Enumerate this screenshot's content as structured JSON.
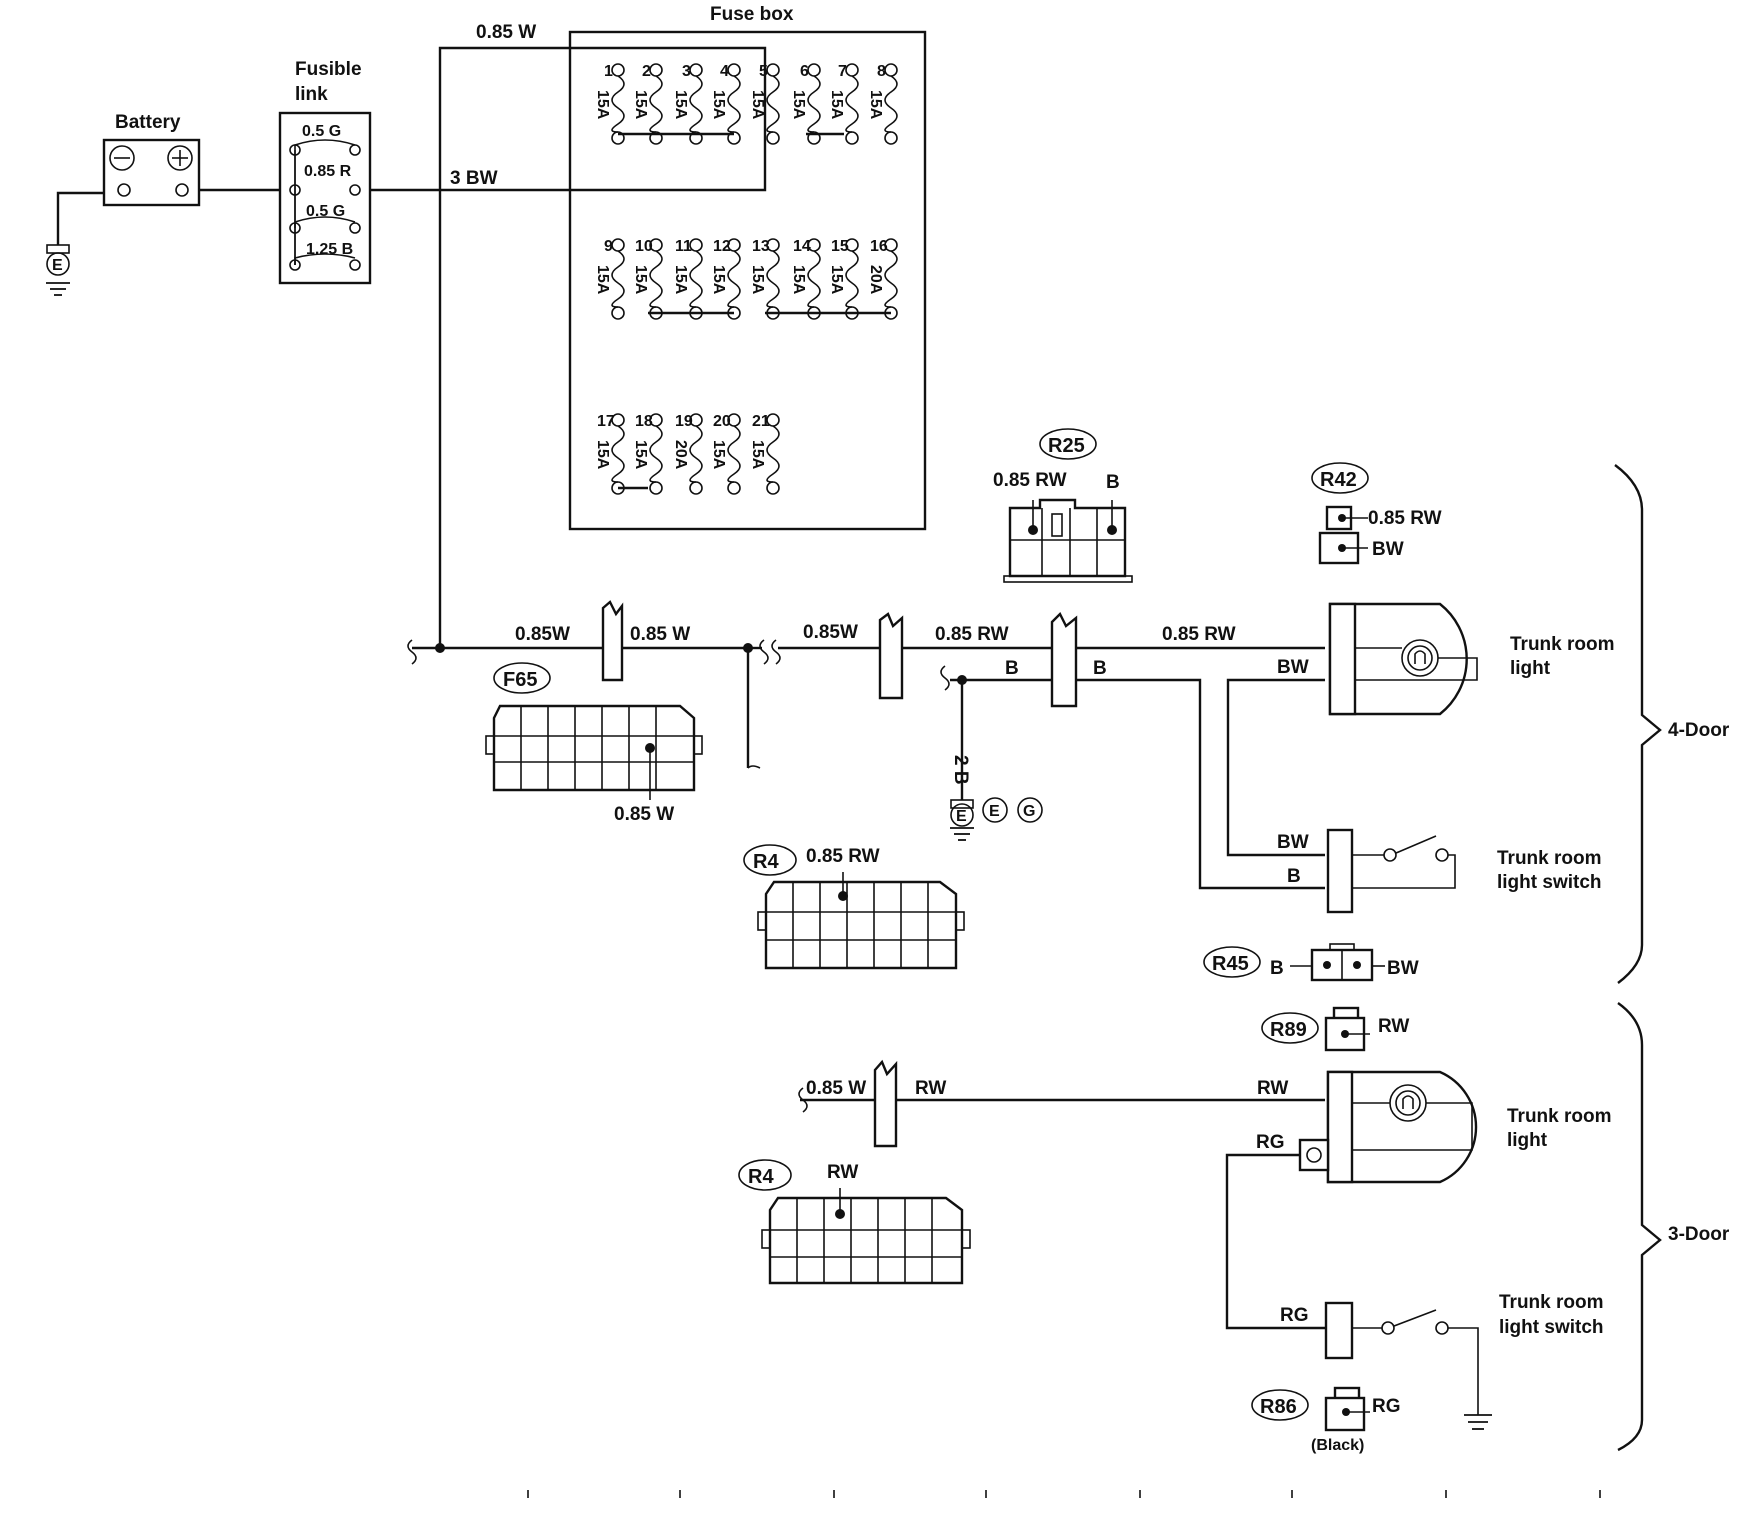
{
  "labels": {
    "battery": "Battery",
    "fusible_link_1": "Fusible",
    "fusible_link_2": "link",
    "fuse_box": "Fuse box",
    "trunk_light_1": "Trunk room",
    "trunk_light_2": "light",
    "trunk_switch_1": "Trunk room",
    "trunk_switch_2": "light switch",
    "four_door": "4-Door",
    "three_door": "3-Door",
    "black": "(Black)",
    "minus": "⊖",
    "plus": "⊕"
  },
  "fusible_links": [
    "0.5 G",
    "0.85 R",
    "0.5 G",
    "1.25 B"
  ],
  "fuses": [
    {
      "no": "1",
      "rating": "15A"
    },
    {
      "no": "2",
      "rating": "15A"
    },
    {
      "no": "3",
      "rating": "15A"
    },
    {
      "no": "4",
      "rating": "15A"
    },
    {
      "no": "5",
      "rating": "15A"
    },
    {
      "no": "6",
      "rating": "15A"
    },
    {
      "no": "7",
      "rating": "15A"
    },
    {
      "no": "8",
      "rating": "15A"
    },
    {
      "no": "9",
      "rating": "15A"
    },
    {
      "no": "10",
      "rating": "15A"
    },
    {
      "no": "11",
      "rating": "15A"
    },
    {
      "no": "12",
      "rating": "15A"
    },
    {
      "no": "13",
      "rating": "15A"
    },
    {
      "no": "14",
      "rating": "15A"
    },
    {
      "no": "15",
      "rating": "15A"
    },
    {
      "no": "16",
      "rating": "20A"
    },
    {
      "no": "17",
      "rating": "15A"
    },
    {
      "no": "18",
      "rating": "15A"
    },
    {
      "no": "19",
      "rating": "20A"
    },
    {
      "no": "20",
      "rating": "15A"
    },
    {
      "no": "21",
      "rating": "15A"
    }
  ],
  "wires": {
    "top_085w": "0.85 W",
    "main_3bw": "3 BW",
    "w1": "0.85W",
    "w2": "0.85 W",
    "w3": "0.85W",
    "rw1": "0.85 RW",
    "rw2": "0.85 RW",
    "b1": "B",
    "b2": "B",
    "ground_2b": "2 B",
    "bw_light": "BW",
    "bw_switch": "BW",
    "b_switch": "B",
    "f65_pin": "0.85 W",
    "r4_pin": "0.85 RW",
    "r25_left": "0.85 RW",
    "r25_right": "B",
    "r42_top": "0.85 RW",
    "r42_bottom": "BW",
    "r45_left": "B",
    "r45_right": "BW",
    "r89": "RW",
    "d3_in": "0.85 W",
    "d3_rw": "RW",
    "d3_rw_light": "RW",
    "d3_rg_light": "RG",
    "d3_r4_pin": "RW",
    "d3_rg_switch": "RG",
    "r86": "RG"
  },
  "connectors": {
    "f65": "F65",
    "r25": "R25",
    "r42": "R42",
    "r4a": "R4",
    "r45": "R45",
    "r89": "R89",
    "r4b": "R4",
    "r86": "R86",
    "e": "E",
    "g": "G",
    "gnd_e": "E"
  }
}
